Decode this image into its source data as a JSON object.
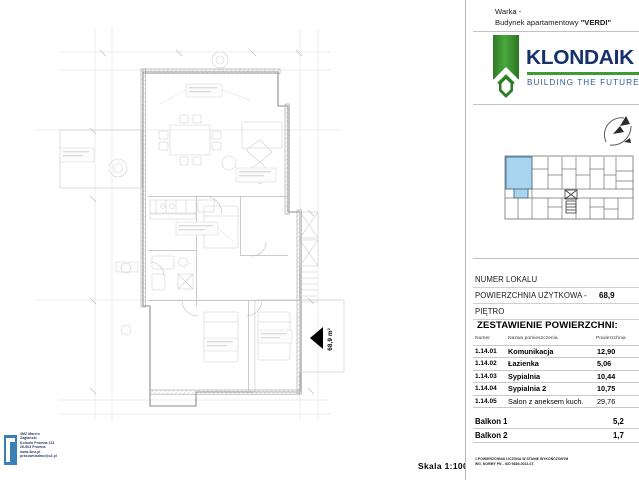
{
  "document": {
    "type": "architectural-floor-plan",
    "language": "pl",
    "scale_label": "Skala 1:100"
  },
  "project_header": {
    "line1": "Warka -",
    "line2_prefix": "Budynek apartamentowy ",
    "line2_name": "\"VERDI\""
  },
  "branding": {
    "wordmark": "KLONDAIK",
    "tagline": "BUILDING THE FUTURE",
    "wordmark_color": "#16316b",
    "tagline_color": "#2f5c9e",
    "accent_green": "#3f9b35",
    "logo_icon": "green-banner-house-arrow-icon"
  },
  "keyplan": {
    "icon": "building-key-plan",
    "highlight_color": "#a8d4ef",
    "highlight_stroke": "#2e6f9e",
    "compass_icon": "north-compass-rose-icon"
  },
  "plan": {
    "area_tag": "68,9 m²",
    "pointer_icon": "area-pointer-arrow-icon"
  },
  "unit_info": [
    {
      "label": "NUMER LOKALU",
      "value": ""
    },
    {
      "label": "POWIERZCHNIA UŻYTKOWA -",
      "value": "68,9"
    },
    {
      "label": "PIĘTRO",
      "value": ""
    }
  ],
  "summary": {
    "heading": "ZESTAWIENIE POWIERZCHNI:",
    "columns": [
      "Numer",
      "Nazwa pomieszczenia",
      "Powierzchnia"
    ],
    "rows": [
      {
        "number": "1.14.01",
        "name": "Komunikacja",
        "area": "12,90",
        "bold": true
      },
      {
        "number": "1.14.02",
        "name": "Łazienka",
        "area": "5,06",
        "bold": true
      },
      {
        "number": "1.14.03",
        "name": "Sypialnia",
        "area": "10,44",
        "bold": true
      },
      {
        "number": "1.14.04",
        "name": "Sypialnia 2",
        "area": "10,75",
        "bold": true
      },
      {
        "number": "1.14.05",
        "name": "Salon z aneksem kuch.",
        "area": "29,76",
        "bold": false
      }
    ]
  },
  "balconies": [
    {
      "label": "Balkon 1",
      "value": "5,2"
    },
    {
      "label": "Balkon 2",
      "value": "1,7"
    }
  ],
  "footnote": {
    "line1": "1.POWIERZCHNIA LICZONA W STANIE WYKOŃCZONYM",
    "line2": "WG. NORMY PN - ISO 9836:2022-07."
  },
  "architect_stamp": {
    "line1": "4MZ Marcin",
    "line2": "Zagłański",
    "line3": "Kolonia Promna 113",
    "line4": "26-803 Promna",
    "line5": "www.4mz.pl",
    "line6": "pracowniadmz@o2.pl",
    "mark_icon": "architect-stamp-mark-icon"
  }
}
